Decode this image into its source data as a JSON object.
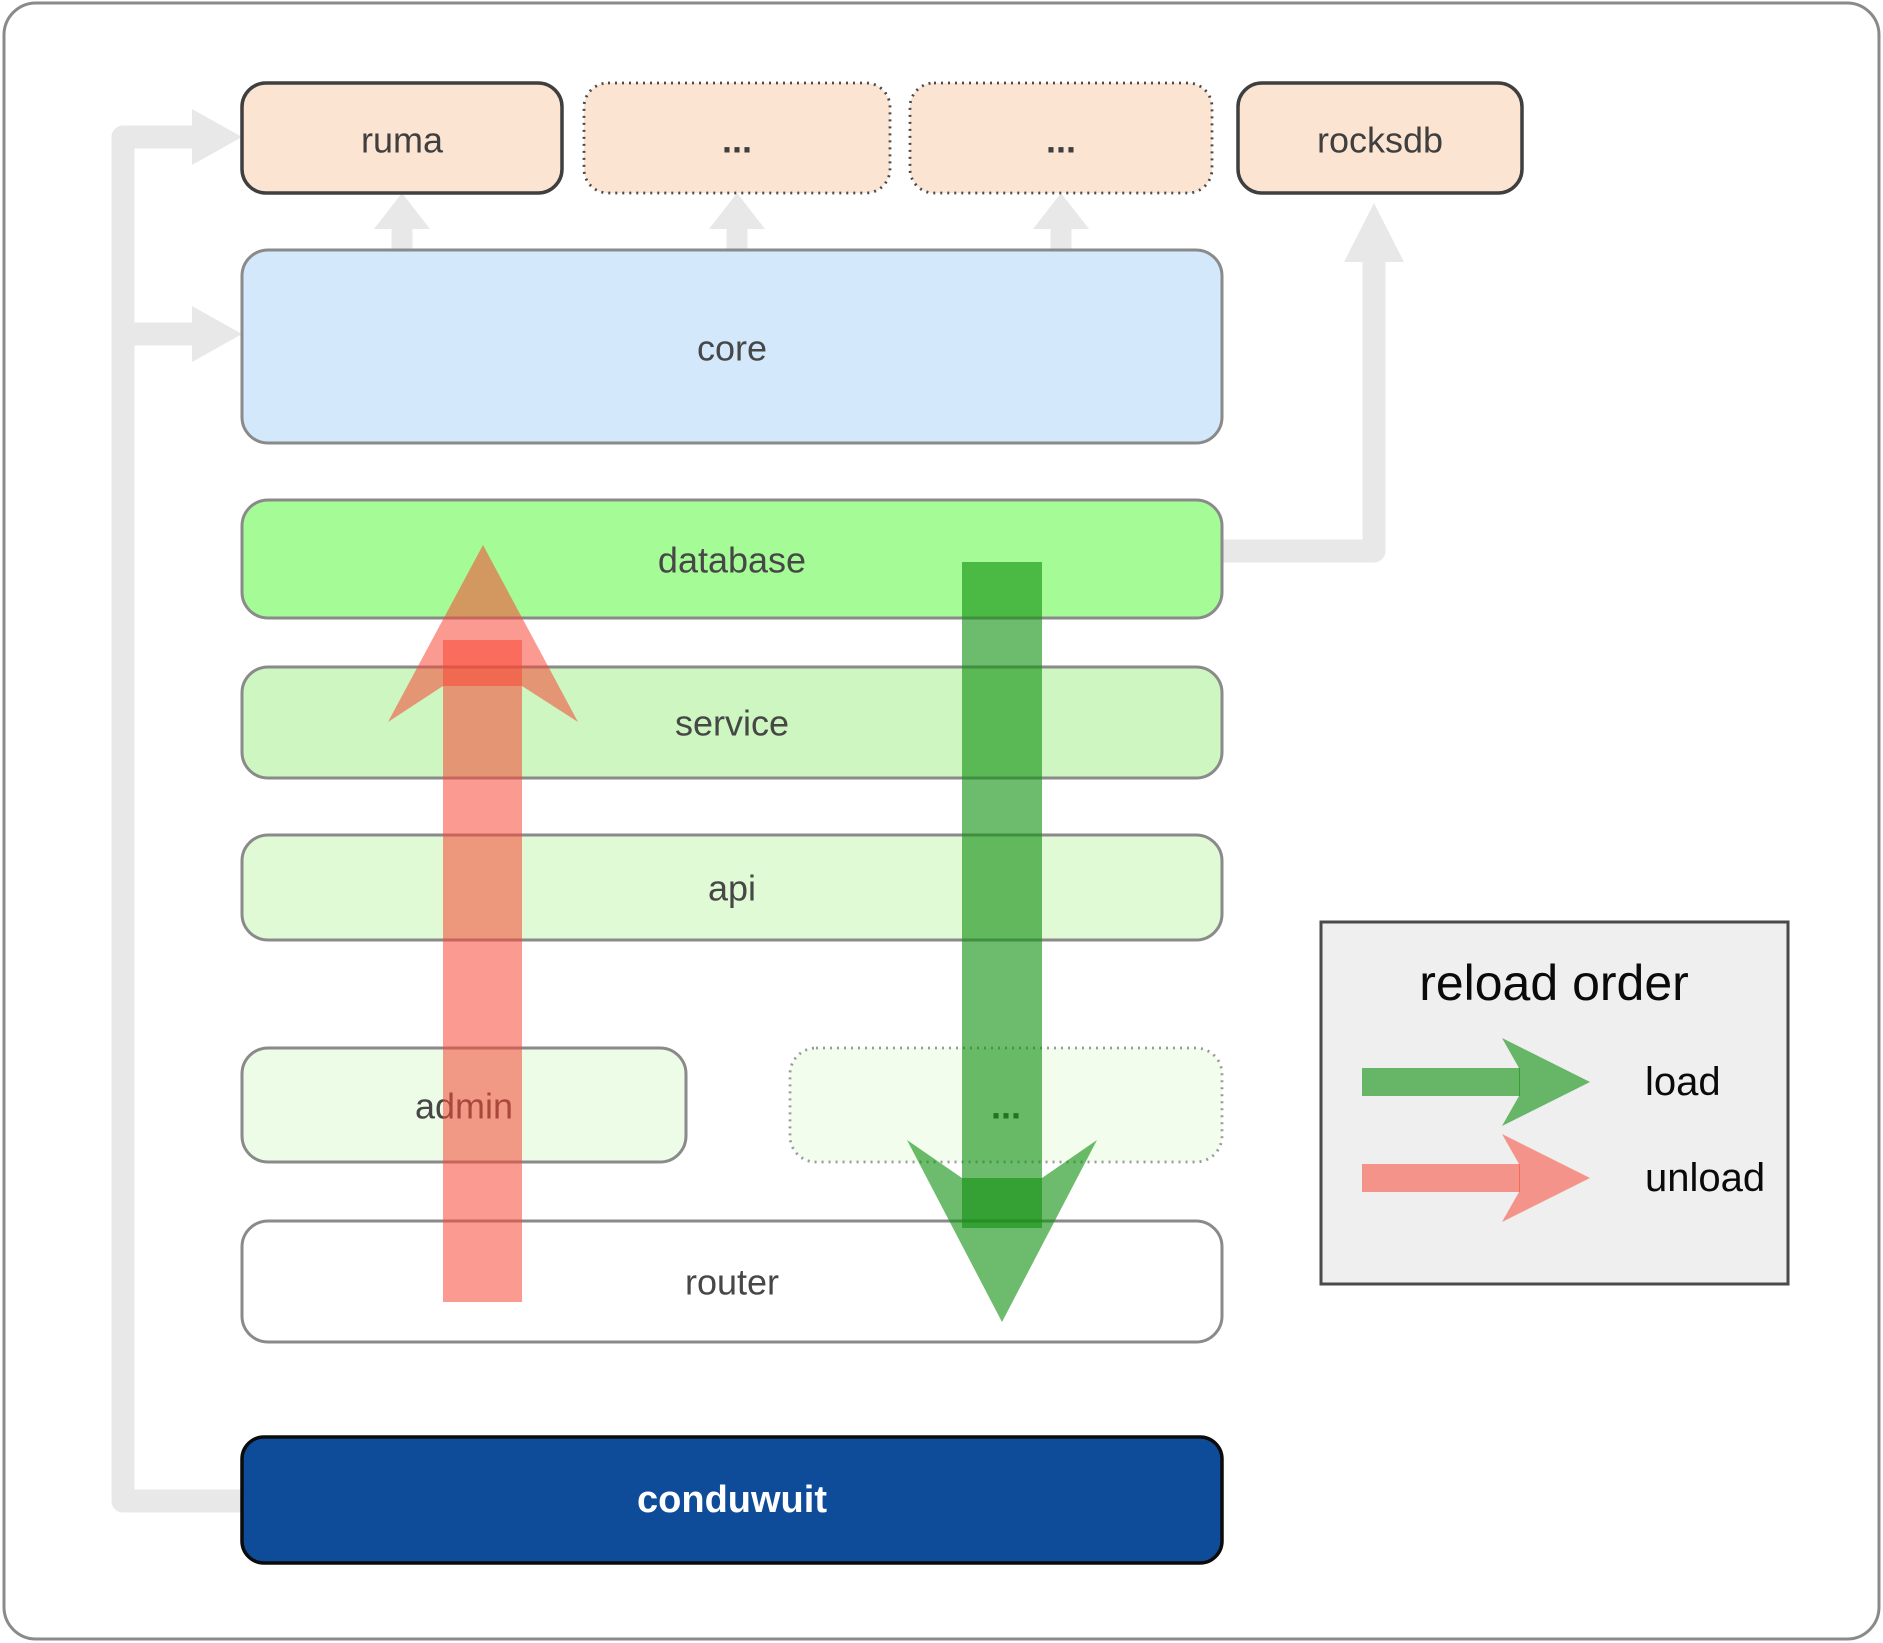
{
  "diagram": {
    "top_row": {
      "ruma": "ruma",
      "ellipsis_1": "...",
      "ellipsis_2": "...",
      "rocksdb": "rocksdb"
    },
    "layers": {
      "core": "core",
      "database": "database",
      "service": "service",
      "api": "api",
      "admin": "admin",
      "ellipsis_row": "...",
      "router": "router",
      "conduwuit": "conduwuit"
    }
  },
  "legend": {
    "title": "reload order",
    "load_label": "load",
    "unload_label": "unload"
  },
  "colors": {
    "frame_border": "#8a8a8a",
    "connector_gray": "#e8e8e8",
    "top_box_fill": "#fce4d3",
    "top_box_border": "#3f3f3f",
    "core_fill": "#d3e8fb",
    "database_fill": "#a5fb96",
    "service_fill": "#cdf6c1",
    "api_fill": "#e1fad6",
    "admin_fill": "#ecfce7",
    "ellipsis_row_fill": "#f2fdee",
    "router_fill": "#ffffff",
    "conduwuit_fill": "#0e4c9a",
    "conduwuit_text": "#ffffff",
    "label_text": "#474747",
    "legend_bg": "#efefef",
    "legend_border": "#4a4a4a",
    "legend_text": "#0a0a0a",
    "load_green": "#149114",
    "unload_red": "#f84735"
  }
}
